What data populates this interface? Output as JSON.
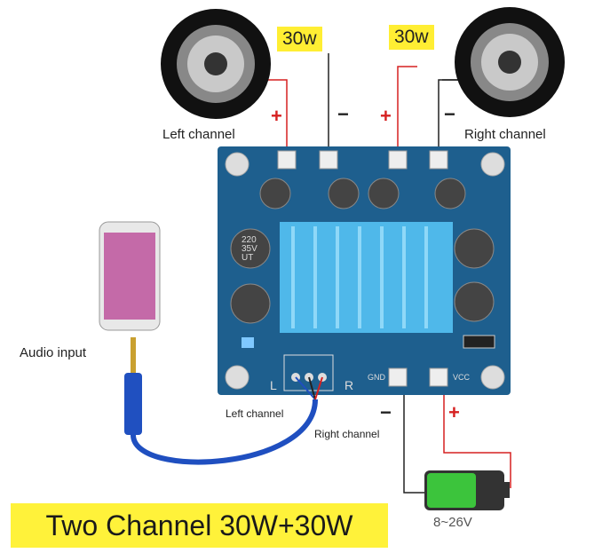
{
  "speakers": {
    "left_power": "30w",
    "right_power": "30w"
  },
  "labels": {
    "left_channel_top": "Left channel",
    "right_channel_top": "Right channel",
    "audio_input": "Audio input",
    "left_channel_bottom": "Left channel",
    "right_channel_bottom": "Right channel"
  },
  "signs": {
    "plus": "+",
    "minus": "−"
  },
  "board": {
    "l": "L",
    "r": "R",
    "gnd": "GND",
    "vcc": "VCC",
    "cap1": "220",
    "cap2": "35V",
    "cap3": "UT"
  },
  "battery": {
    "voltage": "8~26V"
  },
  "banner": {
    "title": "Two Channel 30W+30W"
  },
  "colors": {
    "board": "#1e5f8e",
    "heatsink": "#4fb8ea",
    "banner": "#fff23a",
    "cable": "#1f4fc0",
    "battery": "#3cc43c"
  }
}
